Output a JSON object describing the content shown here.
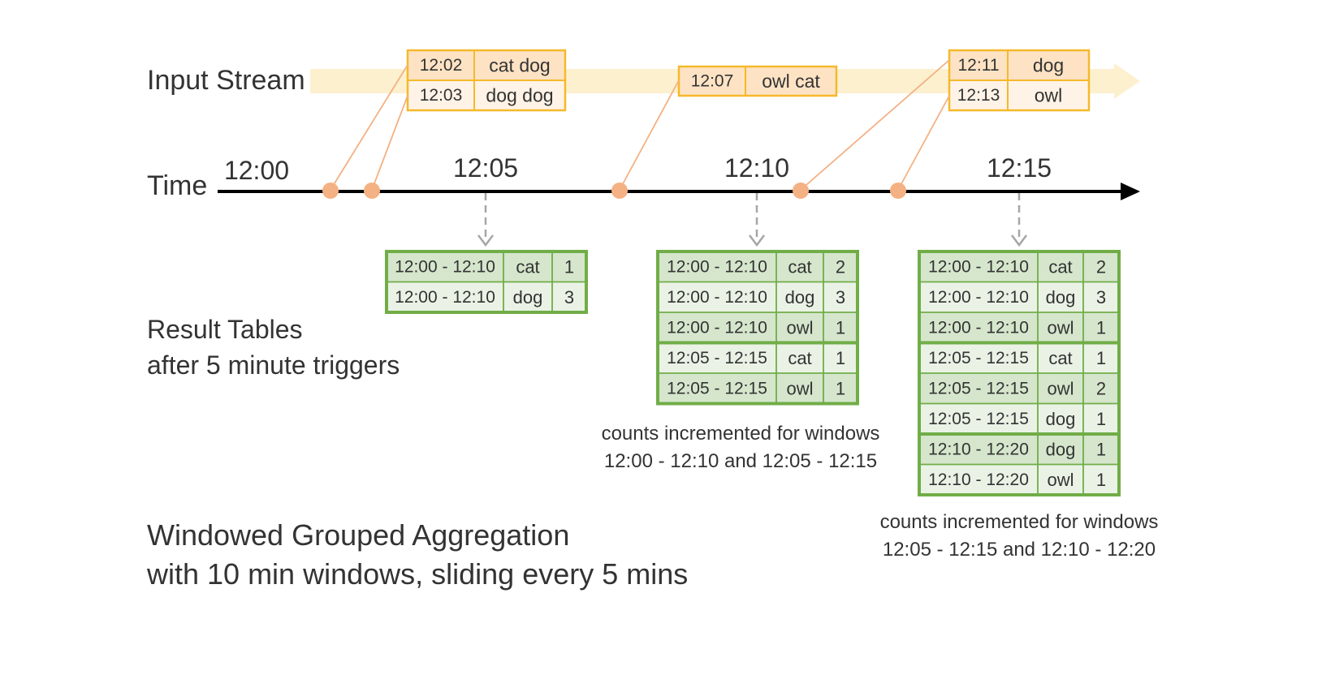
{
  "labels": {
    "input_stream": "Input Stream",
    "time": "Time",
    "result_tables": [
      "Result Tables",
      "after 5 minute triggers"
    ],
    "footer": [
      "Windowed Grouped Aggregation",
      "with 10 min windows, sliding every 5 mins"
    ],
    "note_1": [
      "counts incremented for windows",
      "12:00 - 12:10 and 12:05 - 12:15"
    ],
    "note_2": [
      "counts incremented for windows",
      "12:05 - 12:15 and 12:10 - 12:20"
    ]
  },
  "timeline": {
    "ticks": [
      "12:00",
      "12:05",
      "12:10",
      "12:15"
    ]
  },
  "input_events": [
    {
      "group": "batch-1",
      "rows": [
        [
          "12:02",
          "cat dog"
        ],
        [
          "12:03",
          "dog dog"
        ]
      ]
    },
    {
      "group": "batch-2",
      "rows": [
        [
          "12:07",
          "owl cat"
        ]
      ]
    },
    {
      "group": "batch-3",
      "rows": [
        [
          "12:11",
          "dog"
        ],
        [
          "12:13",
          "owl"
        ]
      ]
    }
  ],
  "result_tables": [
    {
      "trigger": "12:05",
      "groups": [
        [
          [
            "12:00 - 12:10",
            "cat",
            "1"
          ],
          [
            "12:00 - 12:10",
            "dog",
            "3"
          ]
        ]
      ]
    },
    {
      "trigger": "12:10",
      "groups": [
        [
          [
            "12:00 - 12:10",
            "cat",
            "2"
          ],
          [
            "12:00 - 12:10",
            "dog",
            "3"
          ],
          [
            "12:00 - 12:10",
            "owl",
            "1"
          ]
        ],
        [
          [
            "12:05 - 12:15",
            "cat",
            "1"
          ],
          [
            "12:05 - 12:15",
            "owl",
            "1"
          ]
        ]
      ]
    },
    {
      "trigger": "12:15",
      "groups": [
        [
          [
            "12:00 - 12:10",
            "cat",
            "2"
          ],
          [
            "12:00 - 12:10",
            "dog",
            "3"
          ],
          [
            "12:00 - 12:10",
            "owl",
            "1"
          ]
        ],
        [
          [
            "12:05 - 12:15",
            "cat",
            "1"
          ],
          [
            "12:05 - 12:15",
            "owl",
            "2"
          ],
          [
            "12:05 - 12:15",
            "dog",
            "1"
          ]
        ],
        [
          [
            "12:10 - 12:20",
            "dog",
            "1"
          ],
          [
            "12:10 - 12:20",
            "owl",
            "1"
          ]
        ]
      ]
    }
  ],
  "colors": {
    "stream_band": "#fdf0cf",
    "event_border": "#f5b92b",
    "event_fill_dark": "#fde3c4",
    "event_fill_light": "#fef3e6",
    "connector": "#f4b183",
    "timeline": "#000000",
    "dot": "#f4b183",
    "trigger_arrow": "#a6a6a6",
    "table_border": "#70ad47",
    "row_fill_dark": "#d5e6cc",
    "row_fill_light": "#eaf2e6"
  }
}
